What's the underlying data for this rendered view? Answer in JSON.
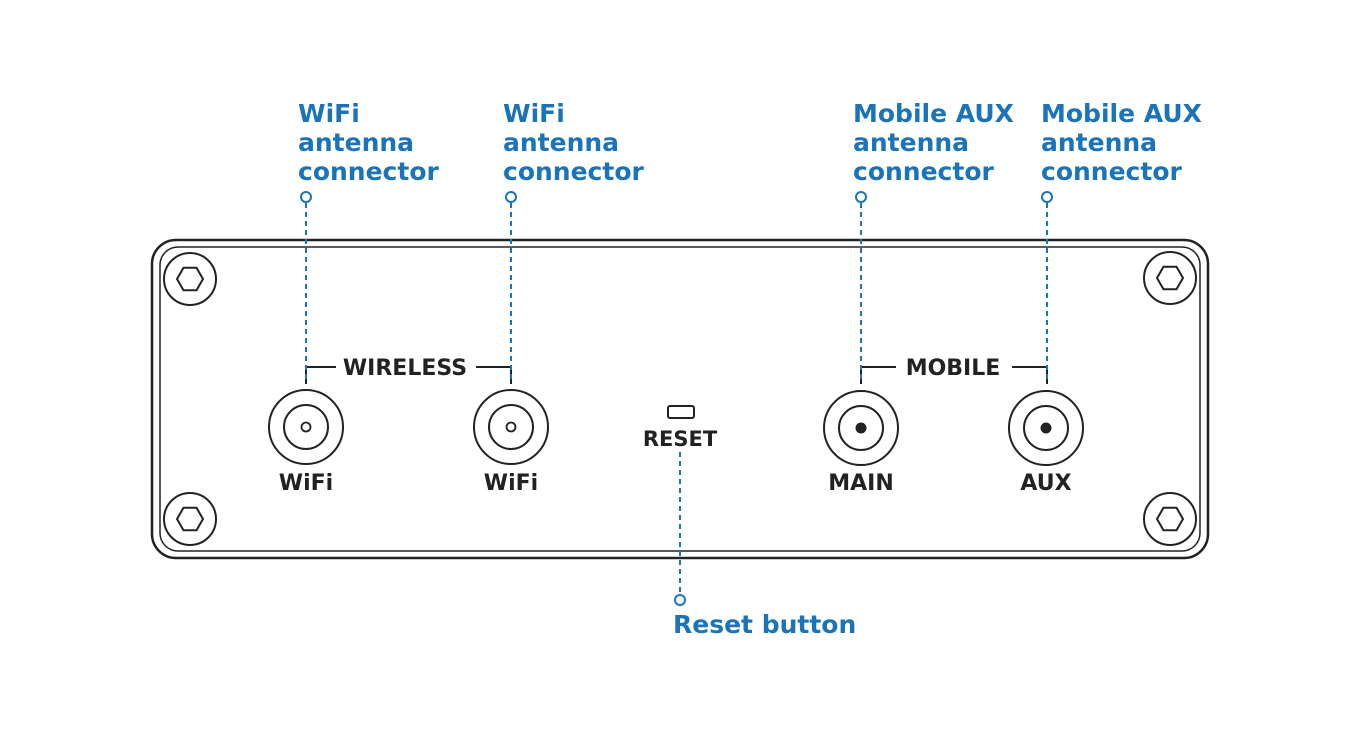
{
  "colors": {
    "callout": "#1b73b8",
    "device_stroke": "#222222",
    "background": "#ffffff"
  },
  "callouts": {
    "wifi_antenna_1": [
      "WiFi",
      "antenna",
      "connector"
    ],
    "wifi_antenna_2": [
      "WiFi",
      "antenna",
      "connector"
    ],
    "mobile_aux_1": [
      "Mobile AUX",
      "antenna",
      "connector"
    ],
    "mobile_aux_2": [
      "Mobile AUX",
      "antenna",
      "connector"
    ],
    "reset_button": "Reset button"
  },
  "panel": {
    "group_wireless": "WIRELESS",
    "group_mobile": "MOBILE",
    "reset_label": "RESET",
    "ports": {
      "wifi_1": "WiFi",
      "wifi_2": "WiFi",
      "main": "MAIN",
      "aux": "AUX"
    }
  }
}
